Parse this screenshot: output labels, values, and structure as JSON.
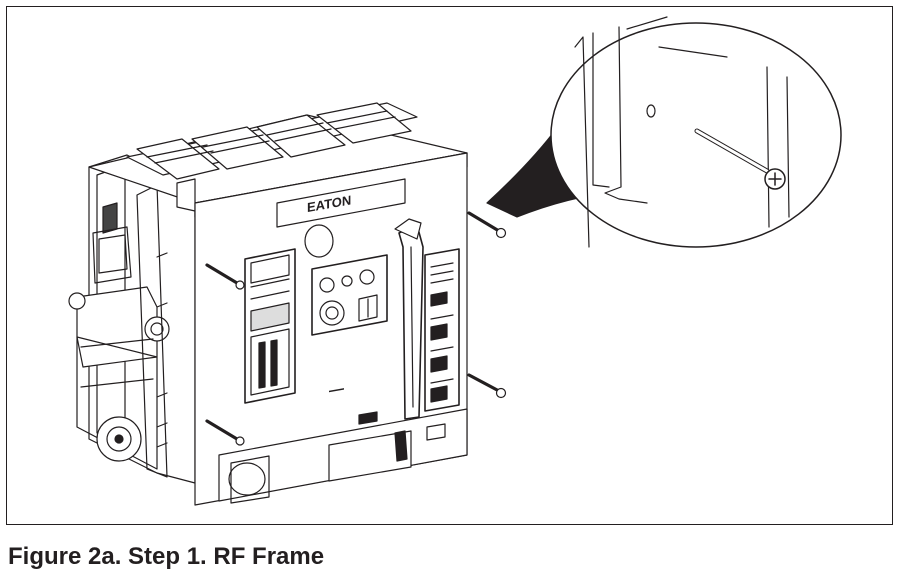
{
  "figure": {
    "caption": "Figure 2a. Step 1.  RF Frame",
    "brand_logo_text": "EATON",
    "icons": [
      "circuit-breaker-illustration",
      "mounting-screw-icon",
      "detail-magnifier-callout"
    ]
  }
}
